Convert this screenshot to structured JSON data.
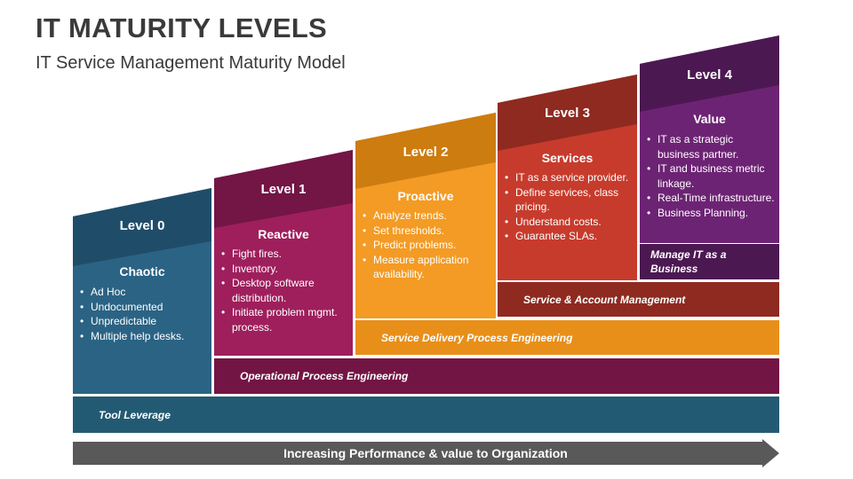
{
  "header": {
    "title": "IT MATURITY LEVELS",
    "subtitle": "IT Service Management Maturity Model"
  },
  "levels": [
    {
      "label": "Level 0",
      "title": "Chaotic",
      "points": [
        "Ad Hoc",
        "Undocumented",
        "Unpredictable",
        "Multiple help desks."
      ]
    },
    {
      "label": "Level 1",
      "title": "Reactive",
      "points": [
        "Fight fires.",
        "Inventory.",
        "Desktop software distribution.",
        "Initiate problem mgmt. process."
      ]
    },
    {
      "label": "Level 2",
      "title": "Proactive",
      "points": [
        "Analyze trends.",
        "Set thresholds.",
        "Predict problems.",
        "Measure application availability."
      ]
    },
    {
      "label": "Level 3",
      "title": "Services",
      "points": [
        "IT as a service provider.",
        "Define services, class pricing.",
        "Understand costs.",
        "Guarantee SLAs."
      ]
    },
    {
      "label": "Level 4",
      "title": "Value",
      "points": [
        "IT as a strategic business partner.",
        "IT and business metric linkage.",
        "Real-Time infrastructure.",
        "Business Planning."
      ]
    }
  ],
  "bands": {
    "tool_leverage": "Tool Leverage",
    "operational": "Operational Process Engineering",
    "service_delivery": "Service Delivery Process Engineering",
    "service_account": "Service & Account Management",
    "manage_it": "Manage IT as a Business"
  },
  "arrow": {
    "label": "Increasing Performance & value to Organization"
  },
  "colors": {
    "level0": "#2b6384",
    "level0_dark": "#1f4d69",
    "level1": "#9e1f5c",
    "level1_dark": "#731545",
    "level2": "#f39b24",
    "level2_dark": "#cd7c10",
    "level3": "#c73b2c",
    "level3_dark": "#8f2a20",
    "level4": "#6d2374",
    "level4_dark": "#4c1852",
    "tool_band": "#235a73",
    "operational_band": "#731544",
    "service_delivery_band": "#e88f19",
    "service_account_band": "#8f2a20",
    "manage_band": "#4c1852",
    "arrow": "#595959"
  }
}
